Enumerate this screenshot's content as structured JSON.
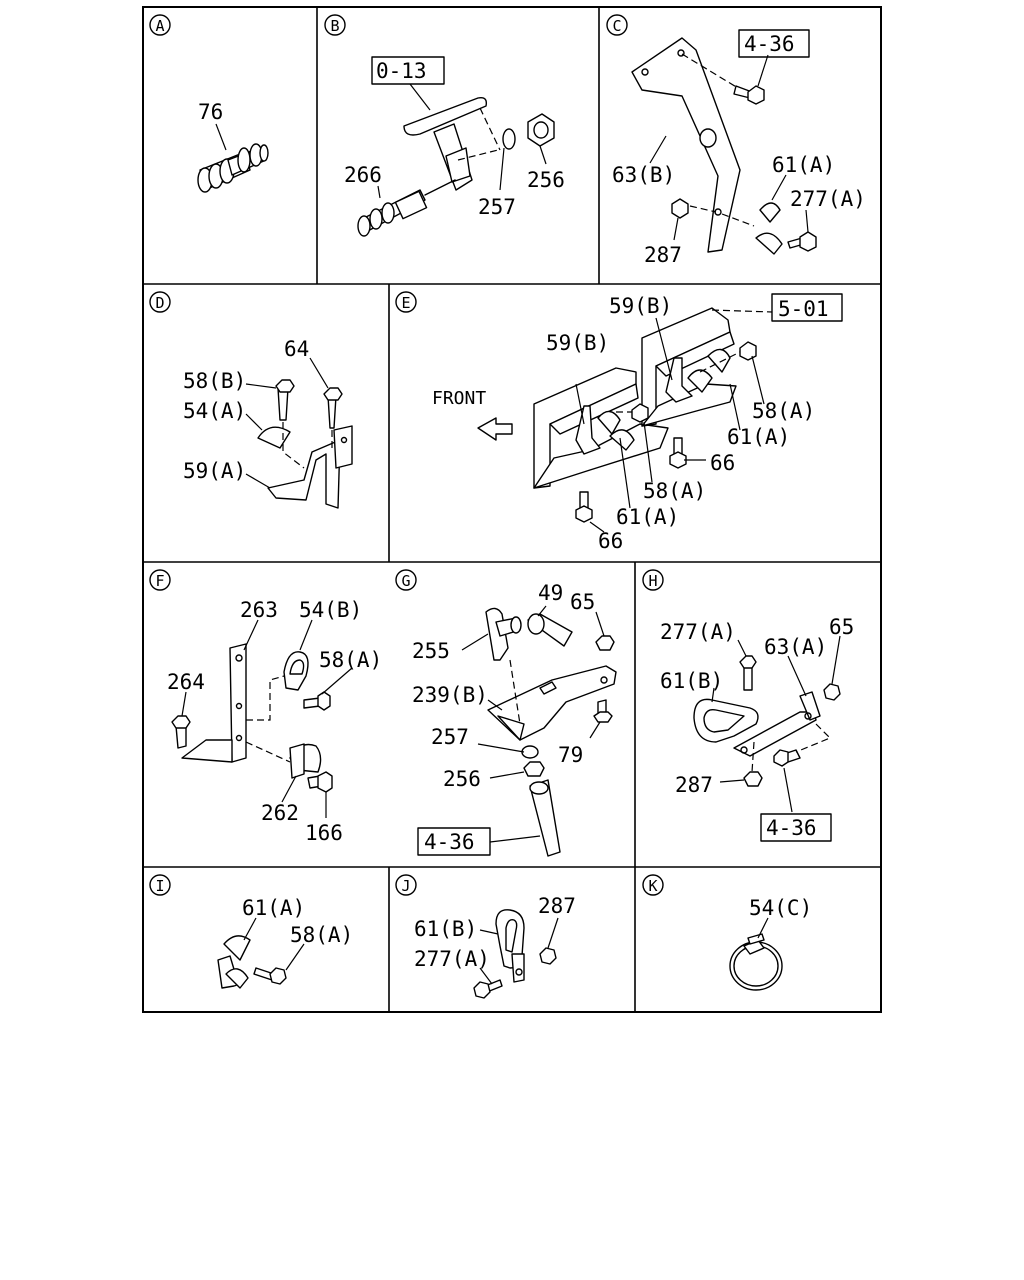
{
  "sections": [
    {
      "id": "A",
      "labels": [
        "76"
      ]
    },
    {
      "id": "B",
      "refs": [
        "0-13"
      ],
      "labels": [
        "266",
        "257",
        "256"
      ]
    },
    {
      "id": "C",
      "refs": [
        "4-36"
      ],
      "labels": [
        "63(B)",
        "61(A)",
        "277(A)",
        "287"
      ]
    },
    {
      "id": "D",
      "labels": [
        "64",
        "58(B)",
        "54(A)",
        "59(A)"
      ]
    },
    {
      "id": "E",
      "refs": [
        "5-01"
      ],
      "labels": [
        "59(B)",
        "59(B)",
        "FRONT",
        "58(A)",
        "61(A)",
        "66",
        "58(A)",
        "61(A)",
        "66"
      ]
    },
    {
      "id": "F",
      "labels": [
        "263",
        "54(B)",
        "58(A)",
        "264",
        "262",
        "166"
      ]
    },
    {
      "id": "G",
      "refs": [
        "4-36"
      ],
      "labels": [
        "49",
        "65",
        "255",
        "239(B)",
        "257",
        "79",
        "256"
      ]
    },
    {
      "id": "H",
      "refs": [
        "4-36"
      ],
      "labels": [
        "277(A)",
        "63(A)",
        "65",
        "61(B)",
        "287"
      ]
    },
    {
      "id": "I",
      "labels": [
        "61(A)",
        "58(A)"
      ]
    },
    {
      "id": "J",
      "labels": [
        "287",
        "61(B)",
        "277(A)"
      ]
    },
    {
      "id": "K",
      "labels": [
        "54(C)"
      ]
    }
  ]
}
